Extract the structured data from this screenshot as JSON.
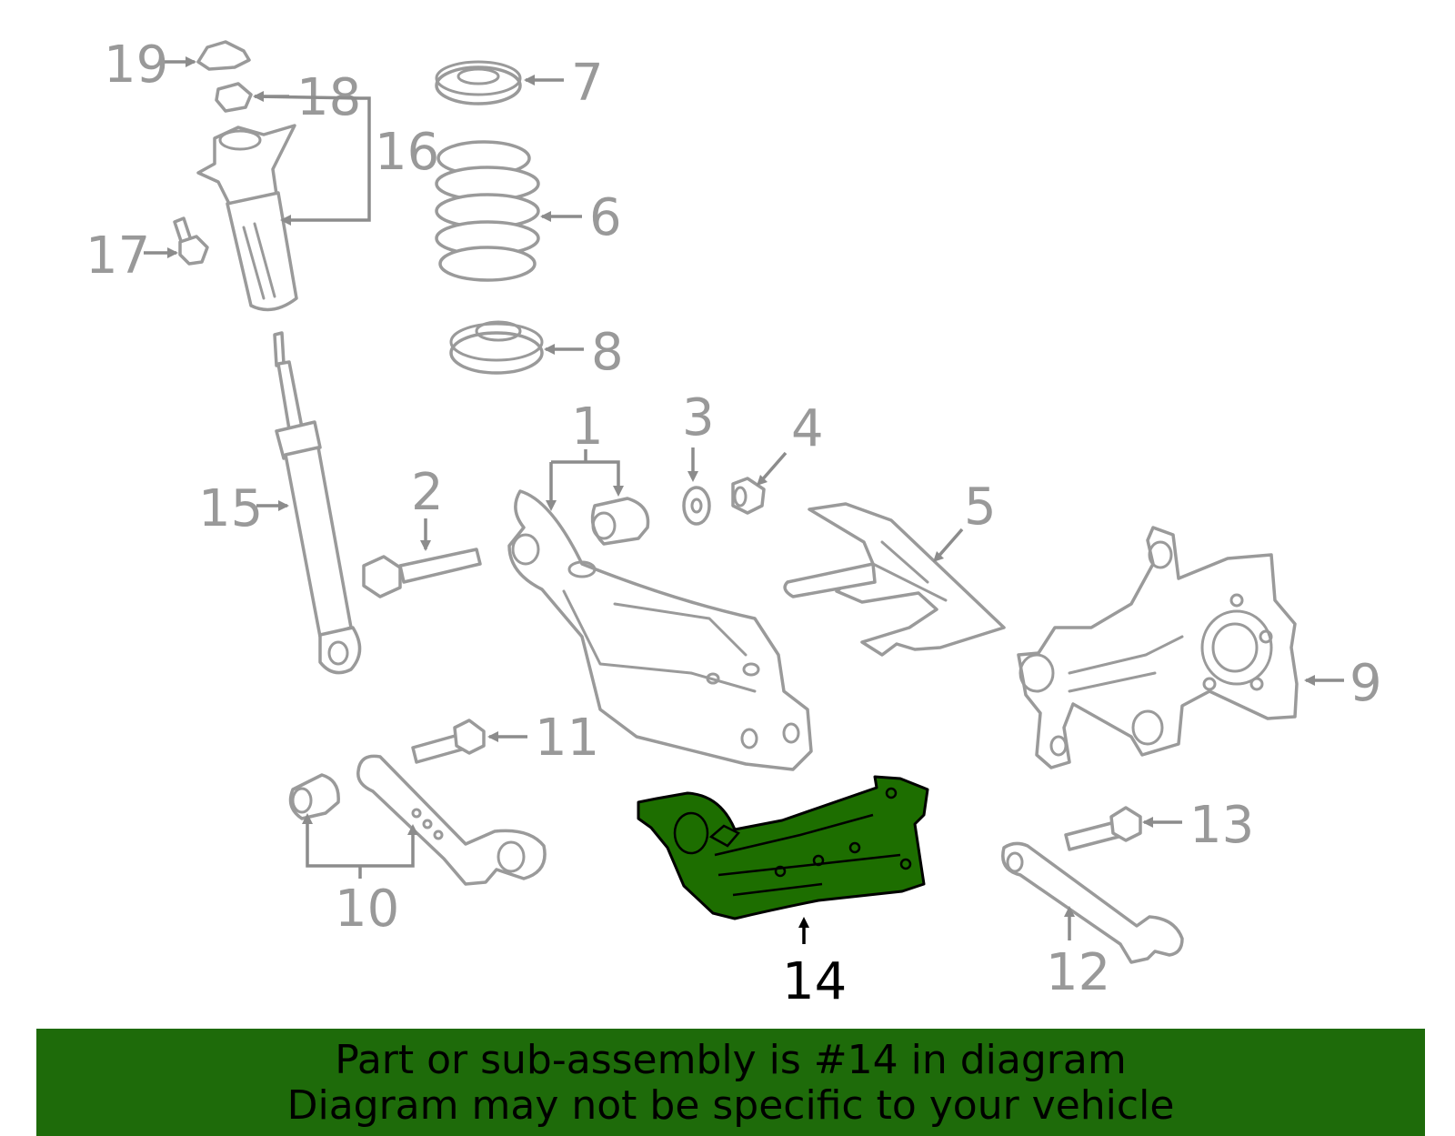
{
  "diagram": {
    "callouts": {
      "c1": "1",
      "c2": "2",
      "c3": "3",
      "c4": "4",
      "c5": "5",
      "c6": "6",
      "c7": "7",
      "c8": "8",
      "c9": "9",
      "c10": "10",
      "c11": "11",
      "c12": "12",
      "c13": "13",
      "c14": "14",
      "c15": "15",
      "c16": "16",
      "c17": "17",
      "c18": "18",
      "c19": "19"
    },
    "highlighted_part": "14",
    "highlight_color": "#1d6e00",
    "line_color": "#9a9a9a"
  },
  "banner": {
    "line1": "Part or sub-assembly is #14 in diagram",
    "line2": "Diagram may not be specific to your vehicle",
    "background": "#1e6b0a"
  }
}
